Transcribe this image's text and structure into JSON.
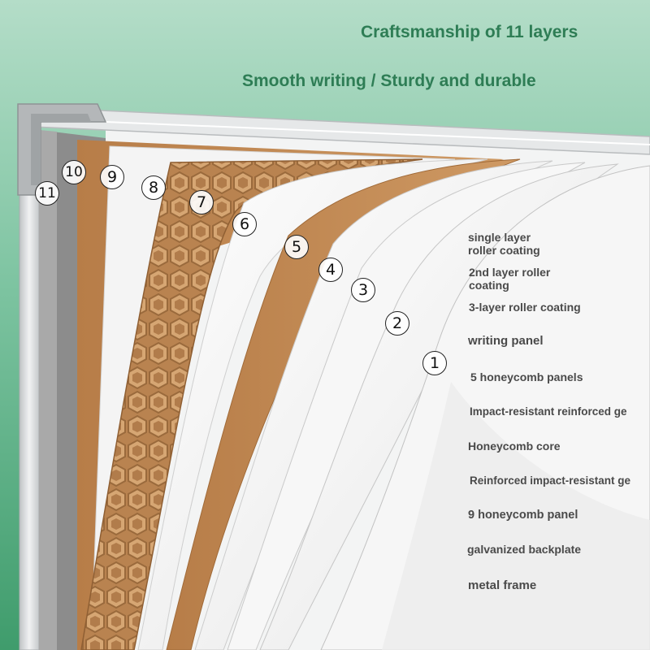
{
  "headline": {
    "line1": "Craftsmanship of 11 layers",
    "line2": "Smooth writing / Sturdy and durable"
  },
  "layers": [
    {
      "number": "1",
      "label": " single layer\nroller coating"
    },
    {
      "number": "2",
      "label": "2nd layer roller\n coating"
    },
    {
      "number": "3",
      "label": "3-layer roller coating"
    },
    {
      "number": "4",
      "label": " writing panel"
    },
    {
      "number": "5",
      "label": "5 honeycomb panels"
    },
    {
      "number": "6",
      "label": "Impact-resistant reinforced ge"
    },
    {
      "number": "7",
      "label": "Honeycomb core"
    },
    {
      "number": "8",
      "label": "Reinforced impact-resistant ge"
    },
    {
      "number": "9",
      "label": "9 honeycomb panel"
    },
    {
      "number": "10",
      "label": "galvanized backplate"
    },
    {
      "number": "11",
      "label": " metal frame"
    }
  ],
  "colors": {
    "background_top": "#b4ddc8",
    "background_bottom": "#3f9c6c",
    "headline": "#2e7d55",
    "label_text": "#4a4a4a",
    "kraft_board": "#c48c57",
    "honeycomb": "#c9965f",
    "sheet_white": "#f6f6f6",
    "frame_metal": "#d7dadb",
    "backplate_gray": "#8c8c8c"
  }
}
